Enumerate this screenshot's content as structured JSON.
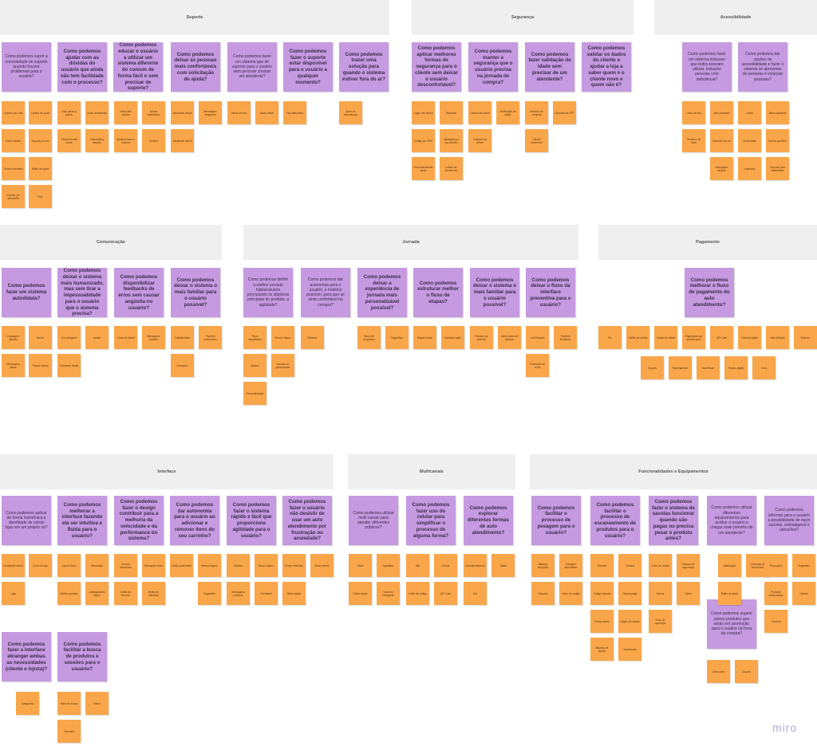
{
  "app": {
    "logo": "miro"
  },
  "frames": {
    "suporte": "Suporte",
    "seguranca": "Segurança",
    "acessibilidade": "Acessibilidade",
    "comunicacao": "Comunicação",
    "jornada": "Jornada",
    "pagamento": "Pagamento",
    "interface": "Interface",
    "multicanais": "Multicanais",
    "funcionalidades": "Funcionalidades e Equipamentos"
  },
  "questions": {
    "sup1": "Como podemos suprir a necessidade de suporte quando houver problemas para o usuário?",
    "sup2": "Como podemos ajudar com as dúvidas do usuário que ainda não tem facilidade com o processo?",
    "sup3": "Como podemos educar o usuário a utilizar um sistema diferente do comum de forma fácil e sem precisar de suporte?",
    "sup4": "Como podemos deixar as pessoas mais confortáveis com solicitação de ajuda?",
    "sup5": "Como podemos fazer um sistema que dê suporte para o usuário sem precisar chamar um atendente?",
    "sup6": "Como podemos fazer o suporte estar disponível para o usuário a qualquer momento?",
    "sup7": "Como podemos trazer uma solução para quando o sistema estiver fora do ar?",
    "seg1": "Como podemos aplicar melhores formas de segurança para o cliente sem deixar o usuário desconfortável?",
    "seg2": "Como podemos manter a segurança que o usuário precisa na jornada de compra?",
    "seg3": "Como podemos fazer validação de idade sem precisar de um atendente?",
    "seg4": "Como podemos validar os dados do cliente e ajudar a loja a saber quem é o cliente novo e quem não é?",
    "ace1": "Como podemos fazer um sistema inclusivo que todos possam utilizar, inclusive pessoas com deficiência?",
    "ace2": "Como podemos dar opções de acessibilidade e fazer o sistema se aproximar de pessoas e conectar pessoas?",
    "com1": "Como podemos fazer um sistema autodidata?",
    "com2": "Como podemos deixar o sistema mais humanizado, mas sem tirar a impessoalidade para o usuário que o sistema precisa?",
    "com3": "Como podemos disponibilizar feedbacks de erros sem causar angústia no usuário?",
    "com4": "Como podemos deixar o sistema o mais familiar para o usuário possível?",
    "jor1": "Como podemos definir a melhor jornada lojista/usuário priorizando os objetivos principais do produto, a agilidade?",
    "jor2": "Como podemos dar autonomia para o usuário, o máximo possível, para que se sinta confortável na compra?",
    "jor3": "Como podemos deixar a experiência de jornada mais personalizável possível?",
    "jor4": "Como podemos estruturar melhor o fluxo de etapas?",
    "jor5": "Como podemos deixar o sistema o mais familiar para o usuário possível?",
    "jor6": "Como podemos deixar o fluxo da interface preventiva para o usuário?",
    "pag1": "Como podemos melhorar o fluxo de pagamento do auto atendimento?",
    "int1": "Como podemos aplicar de forma harmônica a identidade de várias lojas em um projeto só?",
    "int2": "Como podemos melhorar a interface fazendo ela ser intuitiva e fluida para o usuário?",
    "int3": "Como podemos fazer o design contribuir para a melhoria da velocidade e da performance do sistema?",
    "int4": "Como podemos dar autonomia para o usuário ao adicionar e remover itens do seu carrinho?",
    "int5": "Como podemos fazer o sistema rápido e fácil que proporcione agilidade para o usuário?",
    "int6": "Como podemos fazer o usuário não desistir de usar um auto atendimento por frustração ou ansiedade?",
    "int7": "Como podemos fazer a interface abranger ambas as necessidades (cliente e lojista)?",
    "int8": "Como podemos facilitar a busca de produtos e sessões para o usuário?",
    "mul1": "Como podemos utilizar multi canais para atender diferentes públicos?",
    "mul2": "Como podemos fazer uso do celular para simplificar o processo de alguma forma?",
    "mul3": "Como podemos explorar diferentes formas de auto atendimento?",
    "fun1": "Como podemos facilitar o processo de pesagem para o usuário?",
    "fun2": "Como podemos facilitar o processo de escaneamento de produtos para o usuário?",
    "fun3": "Como podemos fazer o sistema de sacolas funcionar quando são pagas ou precisa pesar o produto antes?",
    "fun4": "Como podemos utilizar diferentes equipamentos para auxiliar o usuário e chegar mais próximo de um atendente?",
    "fun5": "Como podemos informar para o usuário a possibilidade de repor sacolas, embalagens e utensílios?",
    "fun6": "Como podemos sugerir outros produtos que estão em promoção para o usuário na hora da compra?"
  },
  "answers": {
    "sup": [
      "Suporte por chat",
      "Central de ajuda",
      "Vídeo tutorial",
      "Suporte por voz",
      "Tutorial interativo",
      "Botão de ajuda",
      "Suporte por atendente",
      "FAQ",
      "Guia passo a passo",
      "Dicas contextuais",
      "Tutorial na tela inicial",
      "Onboarding simples",
      "Instruções visuais",
      "Ícones explicativos",
      "Ajuda durante a compra",
      "Chatbot",
      "Atendente virtual",
      "Mensagens amigáveis",
      "Assistente virtual",
      "Alerta de erro",
      "Modo offline",
      "Fila alternativa",
      "Aviso de manutenção"
    ],
    "seg": [
      "Login com senha",
      "Biometria",
      "Código por SMS",
      "Validação por documento",
      "Reconhecimento facial",
      "Leitura de documento",
      "Câmera de idade",
      "Verificação de idade",
      "Cadastro do cliente",
      "Histórico de compras",
      "Consulta de CPF",
      "Cliente recorrente"
    ],
    "ace": [
      "Leitor de tela",
      "Alto contraste",
      "Tamanho de fonte",
      "Comando de voz",
      "Libras",
      "Altura ajustável",
      "Guias táteis",
      "Botões grandes",
      "Legendas",
      "Navegação simples",
      "Suporte para cadeirantes"
    ],
    "com": [
      "Linguagem simples",
      "Ícones",
      "Mensagens claras",
      "Tutorial rápido",
      "Tom amigável",
      "Avatar",
      "Feedback visual",
      "Cores de alerta",
      "Mensagem positiva",
      "Familiaridade",
      "Padrões conhecidos",
      "Exemplos"
    ],
    "jor": [
      "Fluxo simplificado",
      "Menos etapas",
      "Atalhos",
      "Escolha de preferências",
      "Personalização",
      "Histórico",
      "Barra de progresso",
      "Etapas claras",
      "Revisão do carrinho",
      "Confirmação",
      "Padrões familiares",
      "Prevenção de erros",
      "Alerta antes de finalizar",
      "Desfazer ação",
      "Sugestões"
    ],
    "pag": [
      "Pix",
      "Cartão de crédito",
      "Cartão de débito",
      "Pagamento por aproximação",
      "QR Code",
      "Carteira digital",
      "Vale refeição",
      "Dinheiro",
      "Cupons",
      "Parcelamento",
      "Nota fiscal",
      "Recibo digital",
      "Troco"
    ],
    "int": [
      "Identidade visual",
      "Cores da loja",
      "Logo",
      "Layout limpo",
      "Hierarquia",
      "Botões grandes",
      "Carregamento rápido",
      "Poucos elementos",
      "Animações leves",
      "Botão de remover",
      "Botão de adicionar",
      "Editar quantidade",
      "Menos toques",
      "Atalhos",
      "Busca rápida",
      "Mensagens positivas",
      "Feedback",
      "Tempo estimado",
      "Modo cliente",
      "Modo lojista",
      "Categorias",
      "Barra de busca",
      "Filtros",
      "Favoritos",
      "Sugestões"
    ],
    "mul": [
      "Totem",
      "Aplicativo",
      "Site",
      "Celular",
      "Leitor de código",
      "QR Code",
      "Autoatendimento",
      "Tablet",
      "Voz",
      "Caixa rápido",
      "Carrinho inteligente"
    ],
    "fun": [
      "Balança integrada",
      "Pesagem automática",
      "Etiqueta",
      "Leitor de código",
      "Scanner",
      "Câmera",
      "Código manual",
      "Sacola paga",
      "Pesar sacola",
      "Opção de sacola",
      "Balança de sacola",
      "Impressora",
      "Leitor de cartão",
      "Câmera de segurança",
      "Sensor",
      "Totem",
      "Aviso de reposição",
      "Notificação",
      "Chamada de funcionário",
      "Botão de ajuda",
      "Promoções",
      "Sugestões",
      "Produtos relacionados",
      "Ofertas",
      "Combos",
      "Descontos",
      "Cupons"
    ]
  }
}
